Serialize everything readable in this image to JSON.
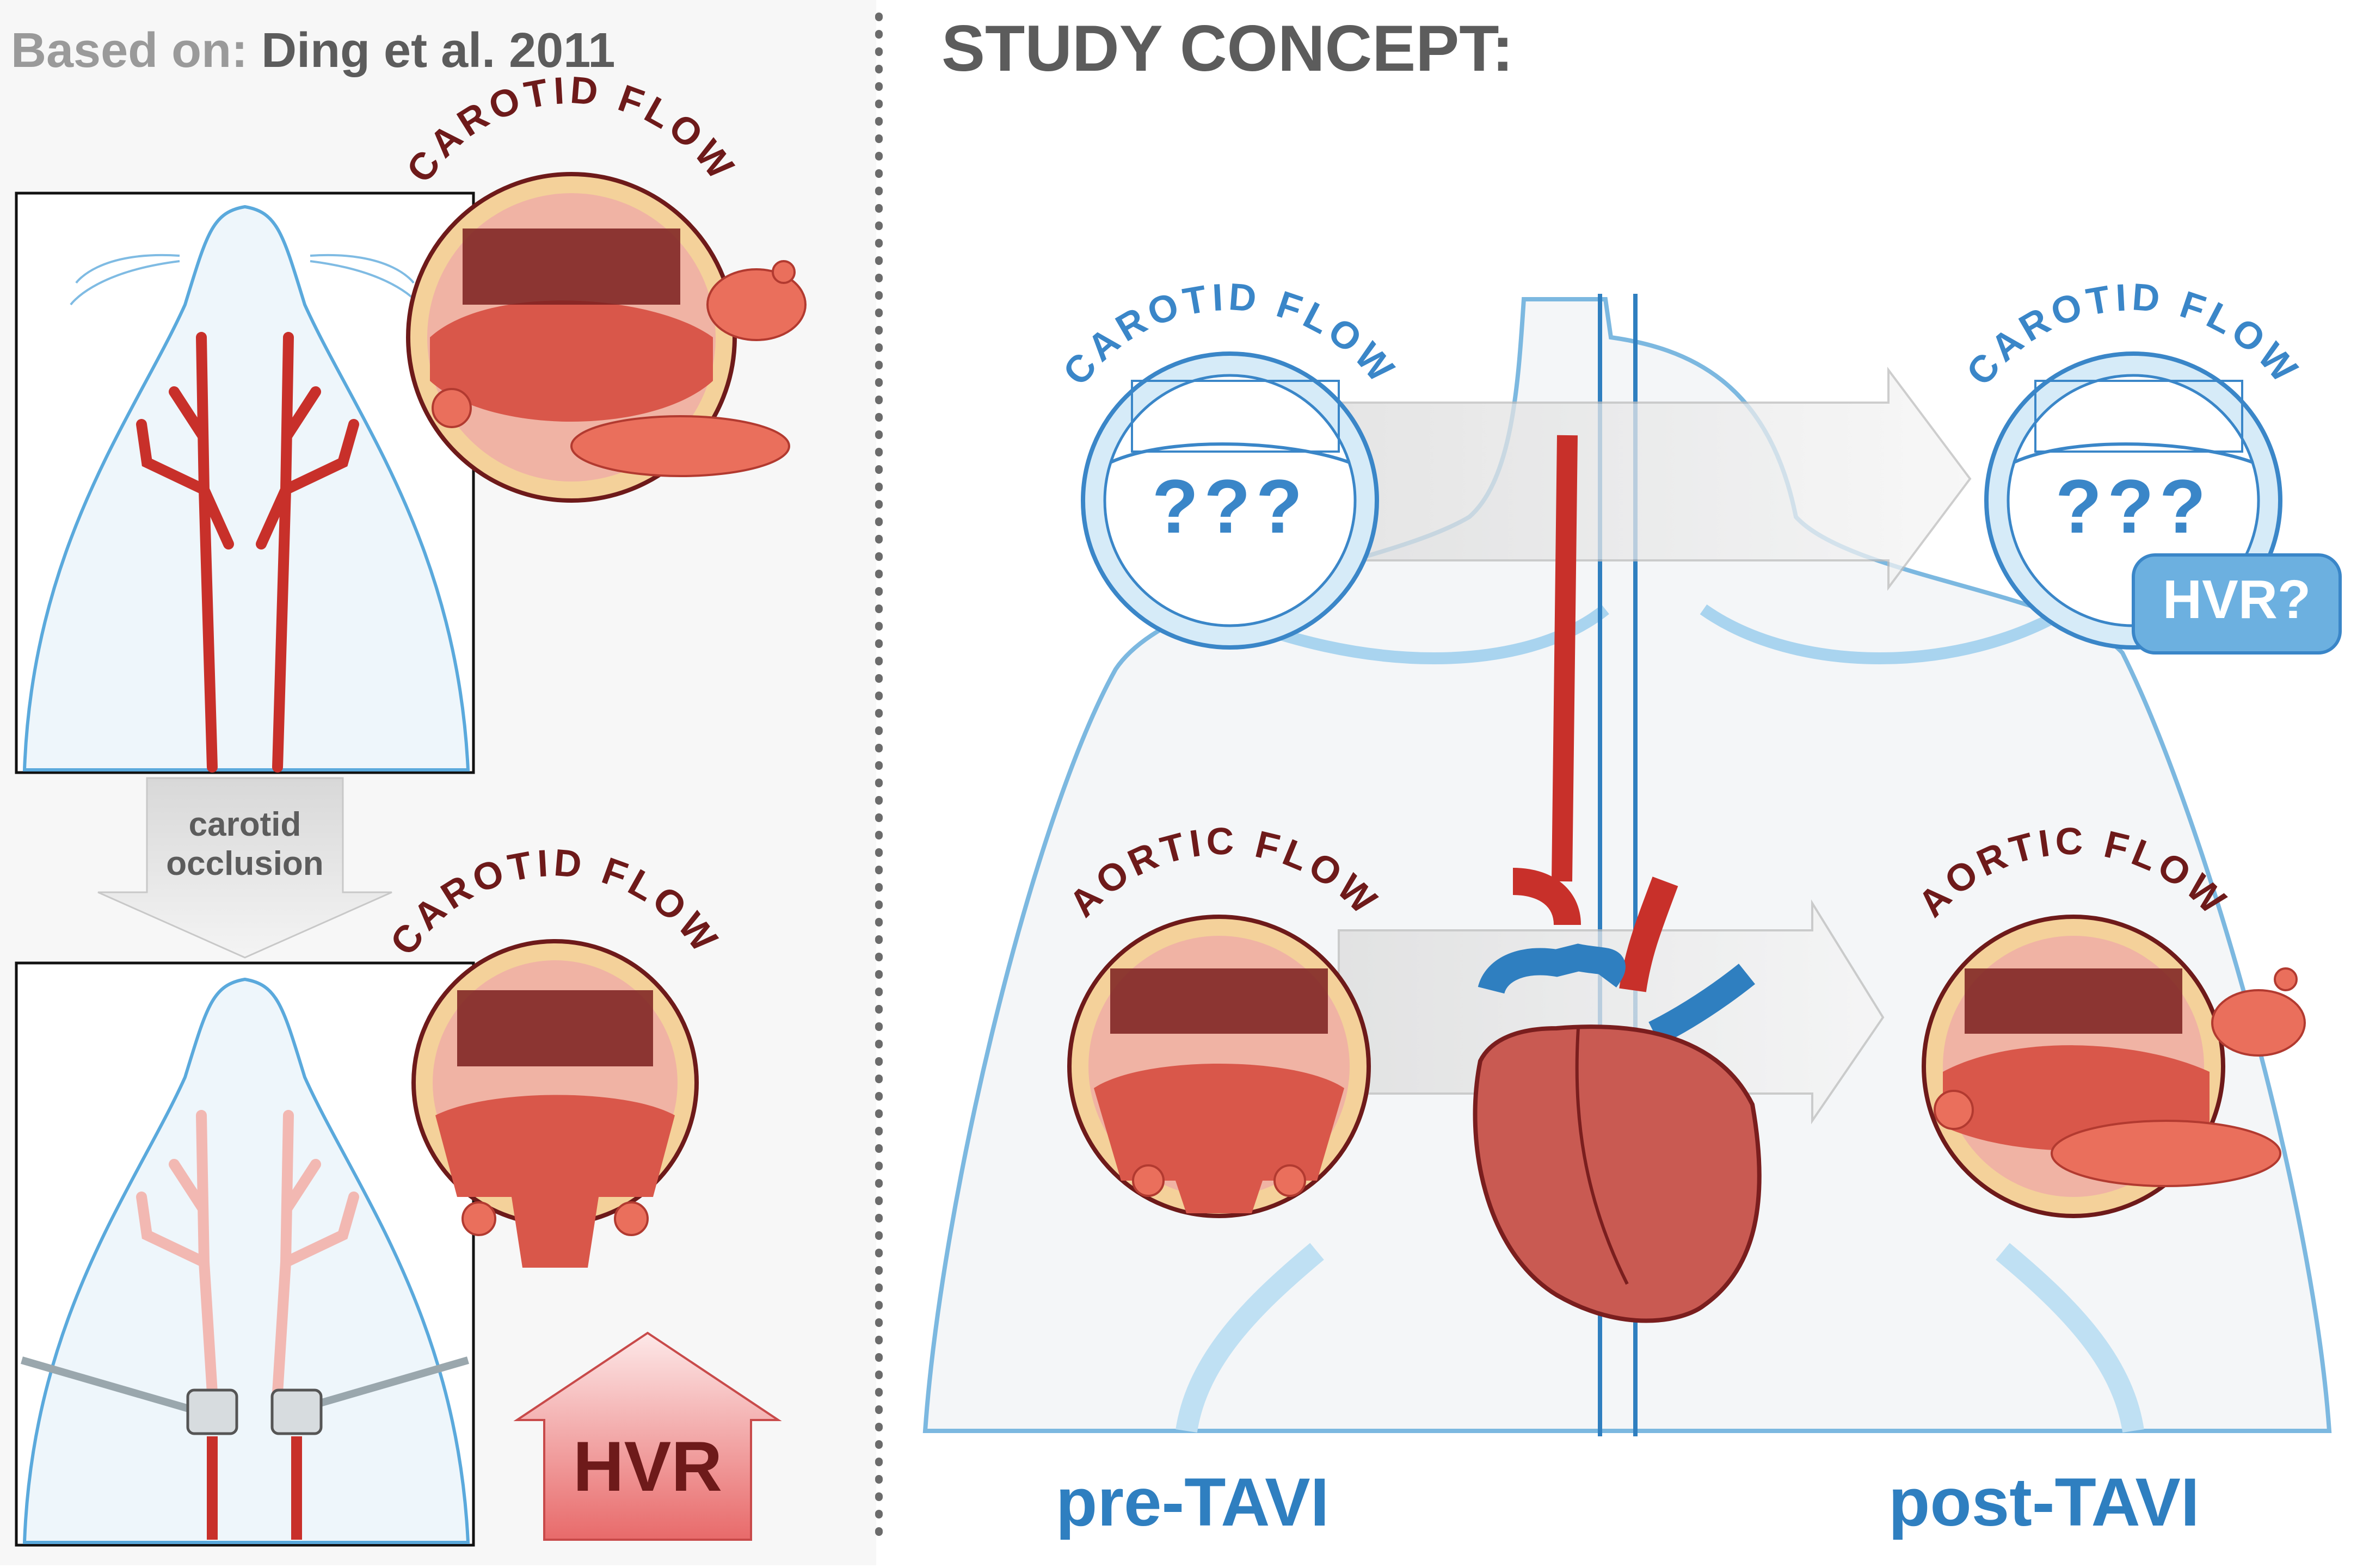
{
  "left_panel": {
    "based_on_prefix": "Based on:",
    "based_on_source": "Ding et al. 2011",
    "top_badge_label": "CAROTID FLOW",
    "bottom_badge_label": "CAROTID FLOW",
    "transition_label_line1": "carotid",
    "transition_label_line2": "occlusion",
    "result_label": "HVR"
  },
  "right_panel": {
    "title": "STUDY CONCEPT:",
    "pre": {
      "carotid_label": "CAROTID FLOW",
      "carotid_value": "???",
      "aortic_label": "AORTIC FLOW",
      "caption": "pre-TAVI"
    },
    "post": {
      "carotid_label": "CAROTID FLOW",
      "carotid_value": "???",
      "hvr_badge": "HVR?",
      "aortic_label": "AORTIC FLOW",
      "caption": "post-TAVI"
    }
  },
  "colors": {
    "dark_red_text": "#6e1a1a",
    "blue_text": "#3a86c8",
    "caption_blue": "#2f7fc0",
    "grey_text": "#5c5c5c",
    "artery_red": "#d63a30",
    "vein_blue": "#2f7fc0"
  }
}
